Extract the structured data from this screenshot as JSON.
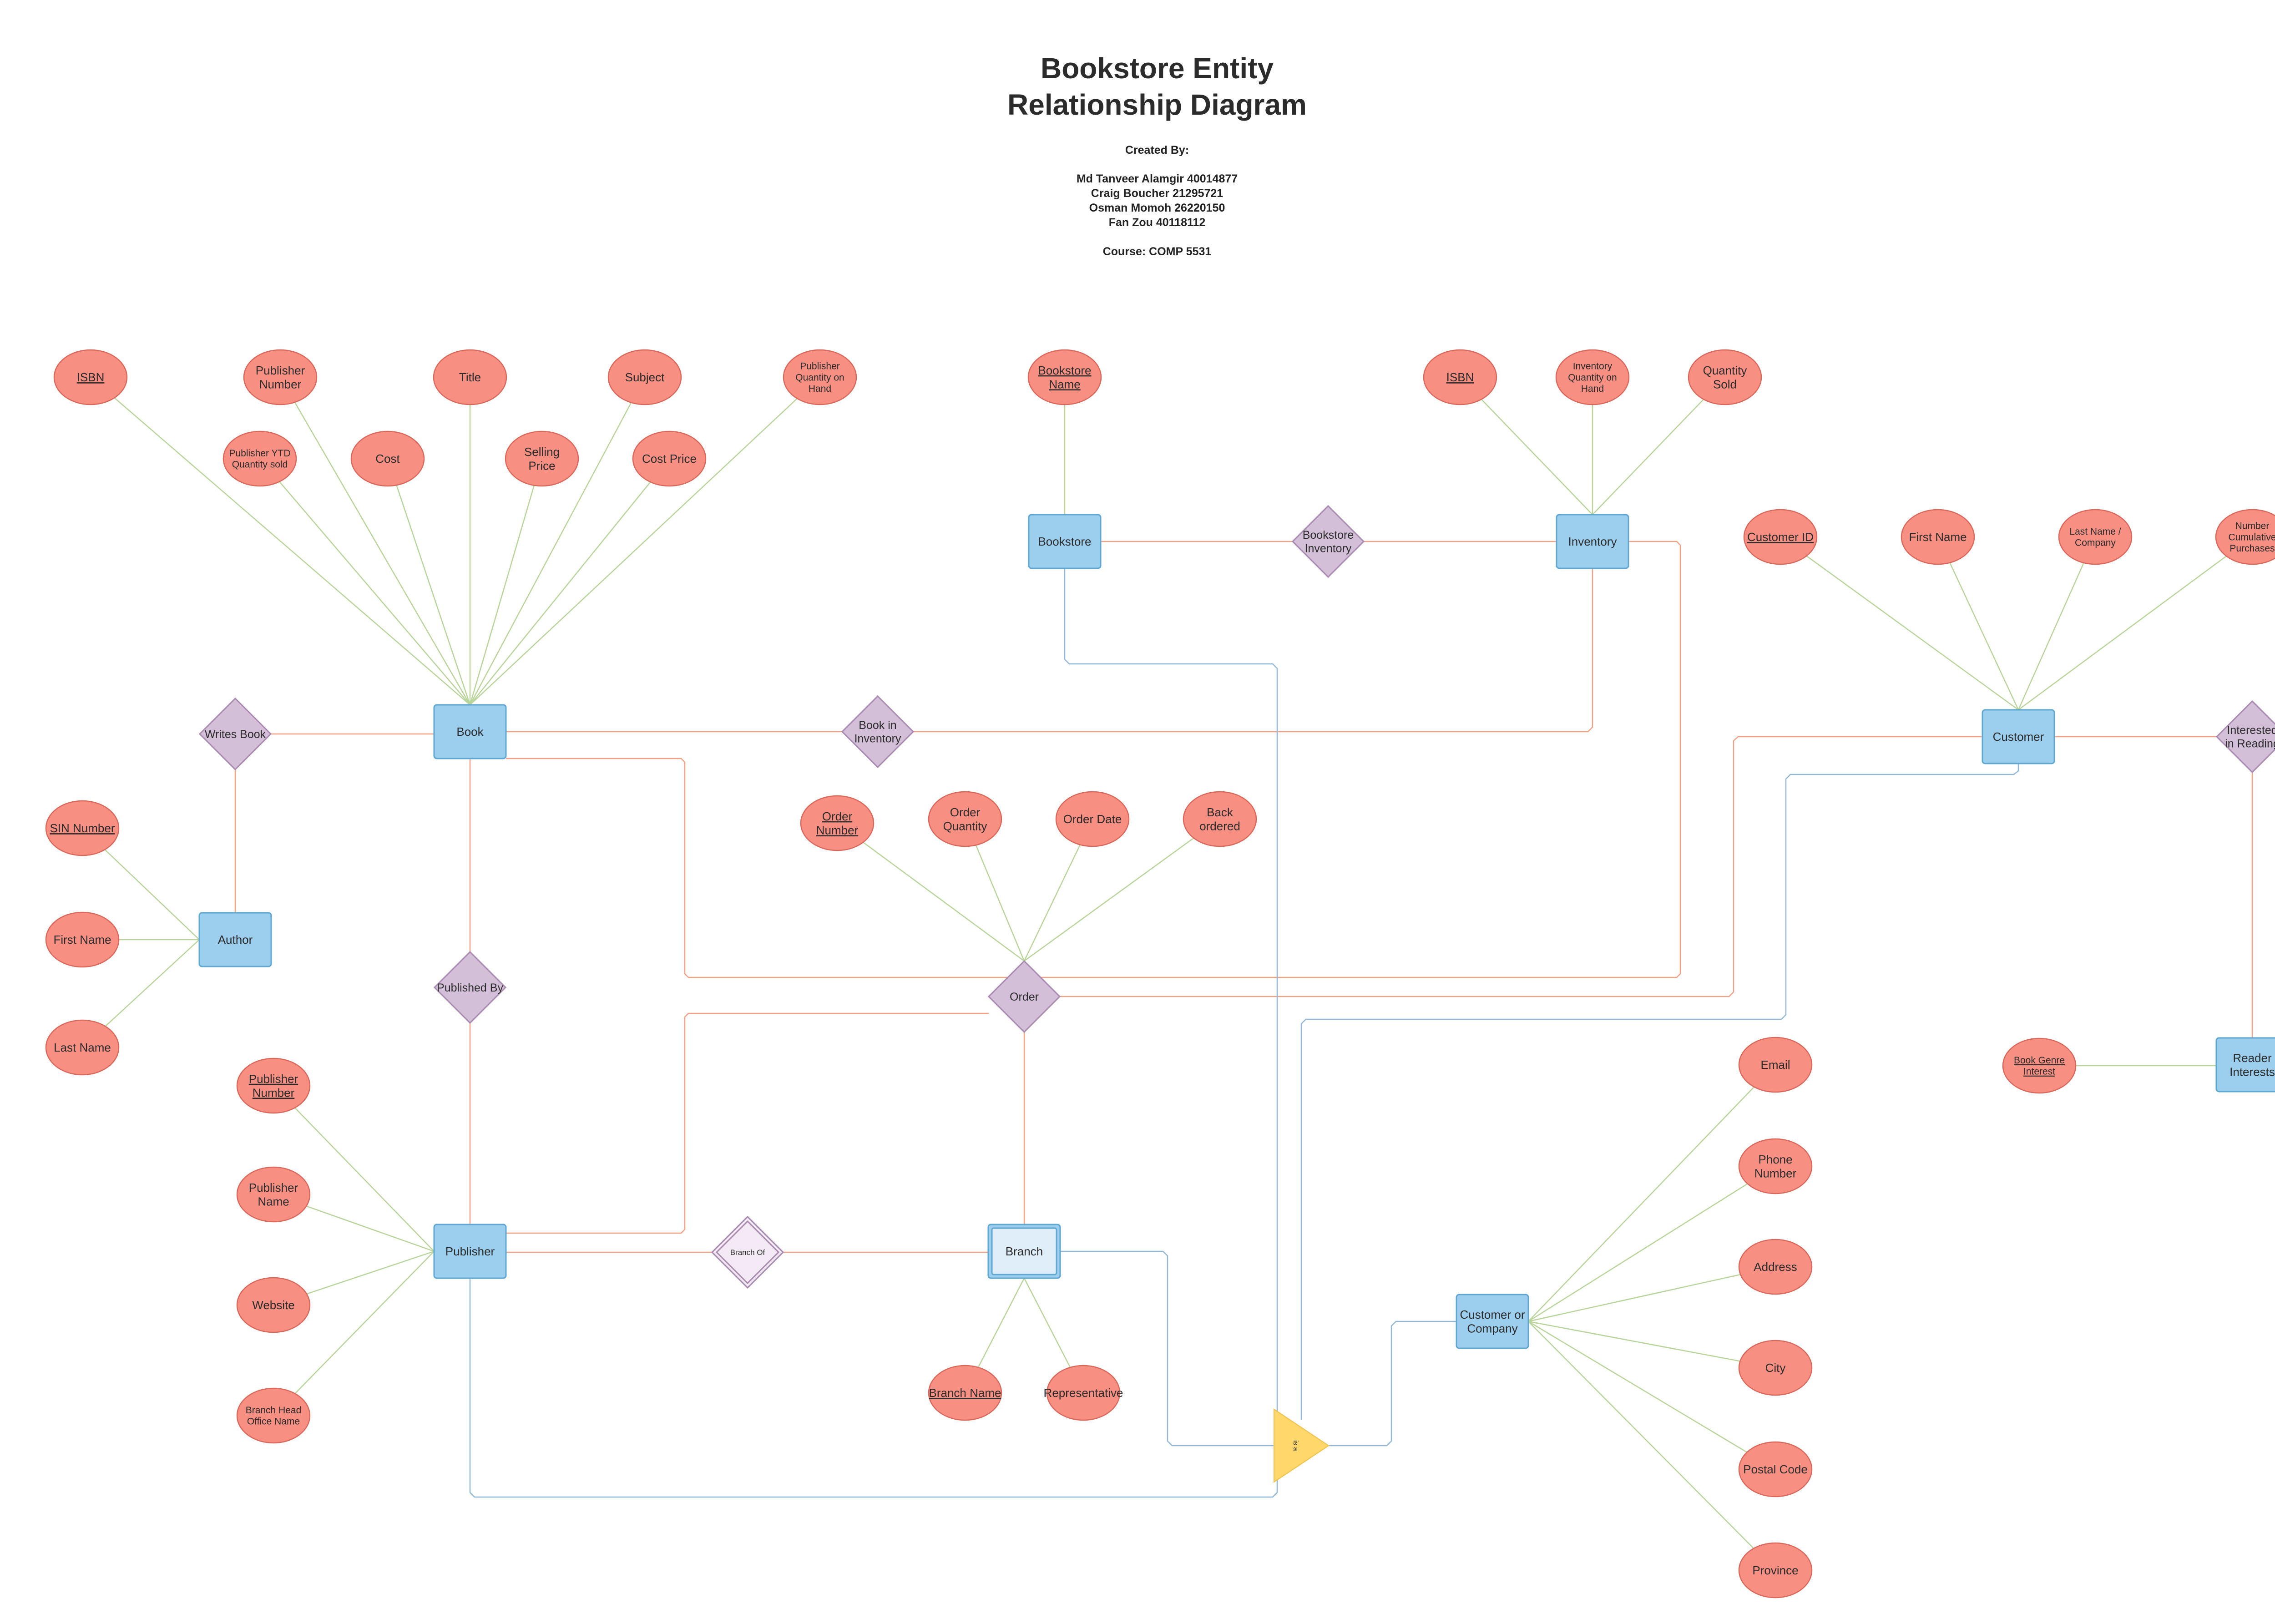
{
  "title": {
    "line1": "Bookstore Entity",
    "line2": "Relationship Diagram"
  },
  "credits": {
    "created_by": "Created By:",
    "authors": [
      "Md Tanveer Alamgir 40014877",
      "Craig Boucher 21295721",
      "Osman Momoh 26220150",
      "Fan Zou 40118112"
    ],
    "course": "Course: COMP 5531"
  },
  "colors": {
    "entity_fill": "#9ccfee",
    "entity_stroke": "#5fa7d3",
    "attribute_fill": "#f78f82",
    "attribute_stroke": "#d9685b",
    "relationship_fill": "#d3bfd8",
    "relationship_stroke": "#a98bb1",
    "weak_fill": "#dfeef9",
    "isa_fill": "#ffd76a",
    "attr_line": "#b9d49a",
    "rel_line": "#f3a184",
    "blue_line": "#93b8d6"
  },
  "entities": [
    {
      "id": "book",
      "label": "Book"
    },
    {
      "id": "author",
      "label": "Author"
    },
    {
      "id": "publisher",
      "label": "Publisher"
    },
    {
      "id": "bookstore",
      "label": "Bookstore"
    },
    {
      "id": "inventory",
      "label": "Inventory"
    },
    {
      "id": "customer",
      "label": "Customer"
    },
    {
      "id": "reader_interests",
      "label": "Reader Interests"
    },
    {
      "id": "customer_company",
      "label": "Customer or Company"
    },
    {
      "id": "branch",
      "label": "Branch",
      "weak": true
    }
  ],
  "relationships": [
    {
      "id": "writes_book",
      "label": "Writes Book"
    },
    {
      "id": "published_by",
      "label": "Published By"
    },
    {
      "id": "book_in_inventory",
      "label": "Book in Inventory"
    },
    {
      "id": "bookstore_inventory",
      "label": "Bookstore Inventory"
    },
    {
      "id": "order",
      "label": "Order"
    },
    {
      "id": "branch_of",
      "label": "Branch Of",
      "weak": true
    },
    {
      "id": "interested_in_reading",
      "label": "Interested in Reading"
    }
  ],
  "isa": {
    "label": "is a"
  },
  "attributes": [
    {
      "id": "book_isbn",
      "label": "ISBN",
      "key": true
    },
    {
      "id": "book_publisher_number",
      "label": "Publisher Number"
    },
    {
      "id": "book_title",
      "label": "Title"
    },
    {
      "id": "book_subject",
      "label": "Subject"
    },
    {
      "id": "book_pub_qty_hand",
      "label": "Publisher Quantity on Hand"
    },
    {
      "id": "book_pub_ytd",
      "label": "Publisher YTD Quantity sold"
    },
    {
      "id": "book_cost",
      "label": "Cost"
    },
    {
      "id": "book_selling_price",
      "label": "Selling Price"
    },
    {
      "id": "book_cost_price",
      "label": "Cost Price"
    },
    {
      "id": "bookstore_name",
      "label": "Bookstore Name",
      "key": true
    },
    {
      "id": "inv_isbn",
      "label": "ISBN",
      "key": true
    },
    {
      "id": "inv_qty_hand",
      "label": "Inventory Quantity on Hand"
    },
    {
      "id": "inv_qty_sold",
      "label": "Quantity Sold"
    },
    {
      "id": "cust_id",
      "label": "Customer ID",
      "key": true
    },
    {
      "id": "cust_first",
      "label": "First Name"
    },
    {
      "id": "cust_last",
      "label": "Last Name / Company"
    },
    {
      "id": "cust_cumulative",
      "label": "Number Cumulative Purchases"
    },
    {
      "id": "author_sin",
      "label": "SIN Number",
      "key": true
    },
    {
      "id": "author_first",
      "label": "First Name"
    },
    {
      "id": "author_last",
      "label": "Last Name"
    },
    {
      "id": "order_number",
      "label": "Order Number",
      "key": true
    },
    {
      "id": "order_quantity",
      "label": "Order Quantity"
    },
    {
      "id": "order_date",
      "label": "Order Date"
    },
    {
      "id": "order_back",
      "label": "Back ordered"
    },
    {
      "id": "pub_number",
      "label": "Publisher Number",
      "key": true
    },
    {
      "id": "pub_name",
      "label": "Publisher Name"
    },
    {
      "id": "pub_website",
      "label": "Website"
    },
    {
      "id": "pub_branch_head",
      "label": "Branch Head Office Name"
    },
    {
      "id": "branch_name",
      "label": "Branch Name",
      "key": true
    },
    {
      "id": "branch_rep",
      "label": "Representative"
    },
    {
      "id": "reader_genre",
      "label": "Book Genre Interest",
      "key": true
    },
    {
      "id": "cc_email",
      "label": "Email"
    },
    {
      "id": "cc_phone",
      "label": "Phone Number"
    },
    {
      "id": "cc_address",
      "label": "Address"
    },
    {
      "id": "cc_city",
      "label": "City"
    },
    {
      "id": "cc_postal",
      "label": "Postal Code"
    },
    {
      "id": "cc_province",
      "label": "Province"
    }
  ]
}
